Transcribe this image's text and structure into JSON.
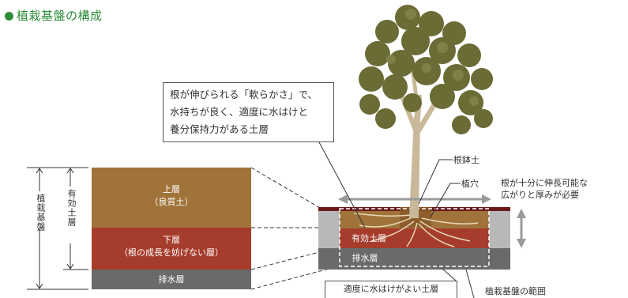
{
  "title": "植栽基盤の構成",
  "callout_lines": [
    "根が伸びられる「軟らかさ」で、",
    "水持ちが良く、適度に水はけと",
    "養分保持力がある土層"
  ],
  "left_panel": {
    "upper_layer": {
      "name": "上層",
      "detail": "（良質土）"
    },
    "lower_layer": {
      "name": "下層",
      "detail": "（根の成長を妨げない層）"
    },
    "drain_layer": "排水層",
    "foundation_label": "植栽基盤",
    "effective_label": "有効土層"
  },
  "right_panel": {
    "effective_layer": "有効土層",
    "drain_layer": "排水層",
    "root_ball": "根鉢土",
    "planting_hole": "植穴",
    "spread_note": [
      "根が十分に伸長可能な",
      "広がりと厚みが必要"
    ],
    "range_label": "植栽基盤の範囲",
    "drain_note": "適度に水はけがよい土層"
  },
  "colors": {
    "heading": "#2e8b3a",
    "upper": "#a0733a",
    "lower": "#a63c2b",
    "drain": "#6a6a6a",
    "side_grey": "#b8b8b8",
    "foliage": "#6b6b35",
    "trunk": "#c9b99a"
  }
}
